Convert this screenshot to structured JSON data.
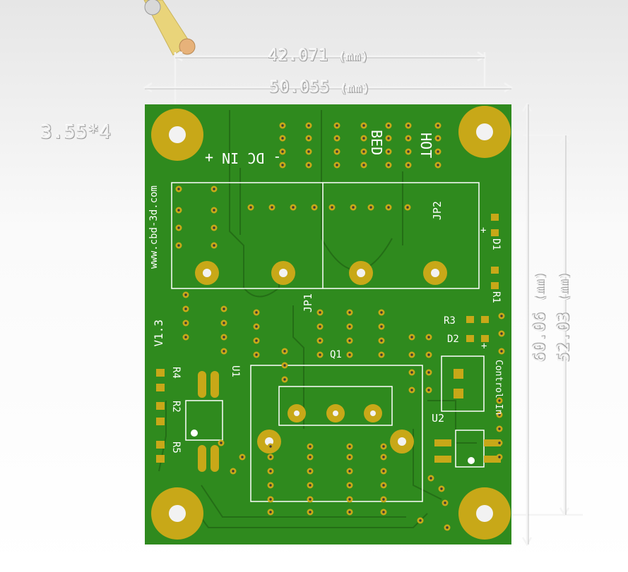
{
  "dimensions": {
    "top_inner": {
      "value": "42.071",
      "unit": "(mm)"
    },
    "top_outer": {
      "value": "50.055",
      "unit": "(mm)"
    },
    "hole_label": "3.55*4",
    "right_inner": {
      "value": "52.03",
      "unit": "(mm)"
    },
    "right_outer": {
      "value": "60.06",
      "unit": "(mm)"
    }
  },
  "silkscreen": {
    "dc_in": "- DC IN +",
    "bed": "BED",
    "hot": "HOT",
    "website": "www.cbd-3d.com",
    "version": "V1.3",
    "jp1": "JP1",
    "jp2": "JP2",
    "q1": "Q1",
    "u1": "U1",
    "u2": "U2",
    "r1": "R1",
    "r2": "R2",
    "r3": "R3",
    "r4": "R4",
    "r5": "R5",
    "d1": "D1",
    "d2": "D2",
    "plus": "+",
    "control_in": "Control In"
  },
  "colors": {
    "board": "#2f8a1e",
    "copper": "#c8a818",
    "silk": "#ffffff",
    "dim_line": "#f4f4f4"
  }
}
